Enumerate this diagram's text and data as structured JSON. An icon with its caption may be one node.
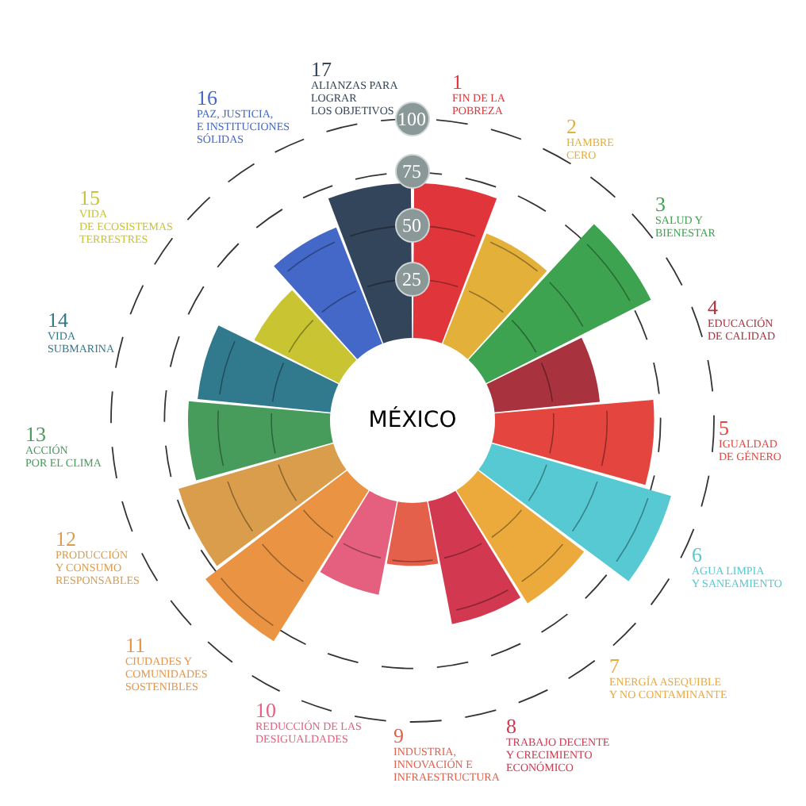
{
  "diagram": {
    "title": "MÉXICO",
    "labels": [
      "17",
      "ALIANZAS PARA LOGRAR LOS OBJETIVOS",
      "1",
      "FIN DE LA POBREZA",
      "16",
      "PAZ, JUSTICIA, E INSTITUCIONES SÓLIDAS",
      "2",
      "HAMBRE CERO",
      "100",
      "75",
      "50",
      "25",
      "15",
      "VIDA DE ECOSISTEMAS TERRESTRES",
      "3",
      "SALUD Y BIENESTAR",
      "4",
      "EDUCACIÓN DE CALIDAD",
      "14",
      "VIDA SUBMARINA",
      "5",
      "IGUALDAD DE GÉNERO",
      "13",
      "ACCIÓN POR EL CLIMA",
      "12",
      "PRODUCCIÓN Y CONSUMO RESPONSABLES",
      "6",
      "AGUA LIMPIA Y SANEAMIENTO",
      "11",
      "CIUDADES Y COMUNIDADES SOSTENIBLES",
      "7",
      "ENERGÍA ASEQUIBLE Y NO CONTAMINANTE",
      "10",
      "REDUCCIÓN DE LAS DESIGUALDADES",
      "8",
      "TRABAJO DECENTE Y CRECIMIENTO ECONÓMICO",
      "9",
      "INDUSTRIA, INNOVACIÓN E INFRAESTRUCTURA"
    ]
  }
}
